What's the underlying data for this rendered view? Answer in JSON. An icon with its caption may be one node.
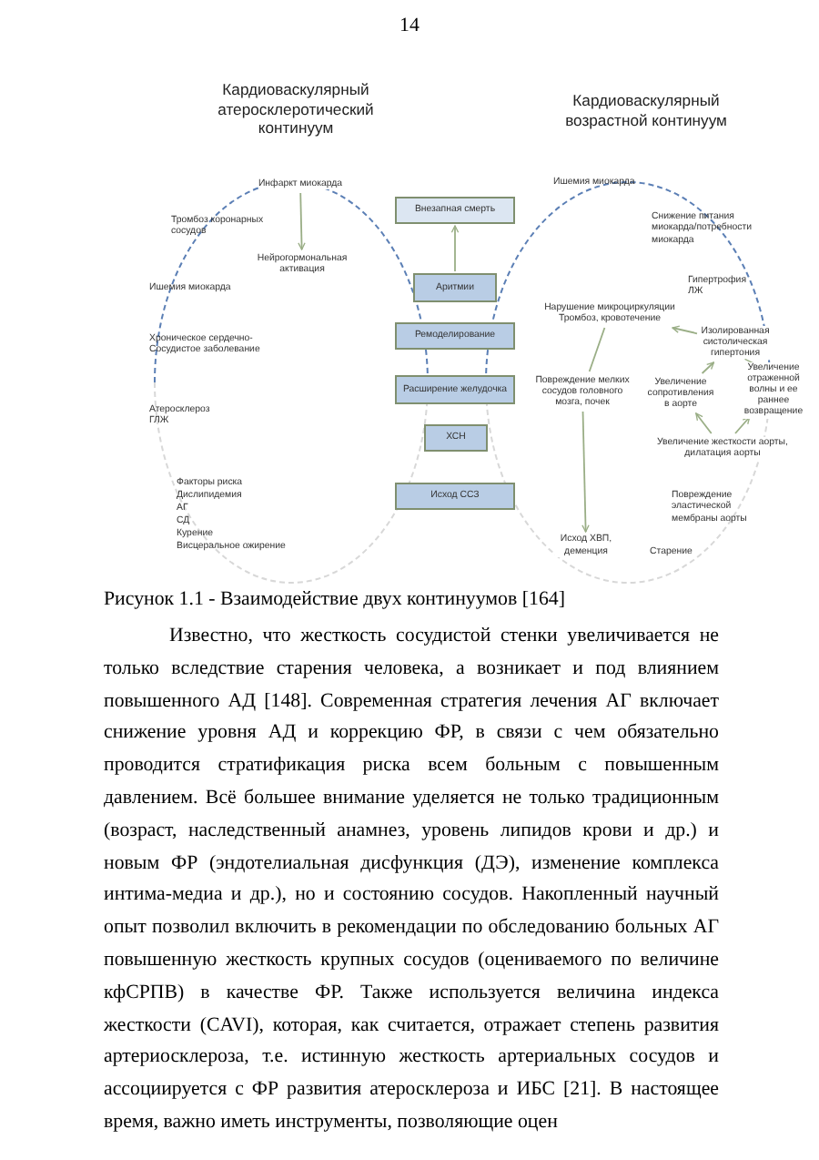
{
  "diagram": {
    "caption": "Рисунок 1.1 - Взаимодействие двух континуумов [164]",
    "nodes": [
      {
        "text": [
          "Внезапная смерть"
        ]
      },
      {
        "text": [
          "Аритмии"
        ]
      },
      {
        "text": [
          "Ремоделирование"
        ]
      },
      {
        "text": [
          "Расширение желудочка"
        ]
      },
      {
        "text": [
          "ХСН"
        ]
      },
      {
        "text": [
          "Исход ССЗ"
        ]
      },
      {
        "text": [
          "Инфаркт миокарда"
        ]
      },
      {
        "text": [
          "Нейрогормональная активация"
        ]
      },
      {
        "text": [
          "Нарушение микроциркуляции Тромбоз, кровотечение"
        ]
      },
      {
        "text": [
          "Изолированная систолическая гипертония"
        ]
      },
      {
        "text": [
          "Повреждение мелких сосудов головного мозга, почек"
        ]
      },
      {
        "text": [
          "Увеличение сопротивления в аорте"
        ]
      },
      {
        "text": [
          "Увеличение отраженной волны и ее раннее возвращение"
        ]
      },
      {
        "text": [
          "Увеличение жесткости аорты, дилатация аорты"
        ]
      },
      {
        "text": [
          "Исход ХВП, деменция"
        ]
      }
    ],
    "edges": [
      {
        "from": 1,
        "to": 0,
        "arrow": "to"
      },
      {
        "from": 6,
        "to": 7,
        "arrow": "to"
      },
      {
        "from": 9,
        "to": 8,
        "arrow": "to"
      },
      {
        "from": 8,
        "to": 10,
        "arrow": "none"
      },
      {
        "from": 10,
        "to": 14,
        "arrow": "to"
      },
      {
        "from": 11,
        "to": 9,
        "arrow": "to"
      },
      {
        "from": 12,
        "to": 9,
        "arrow": "to"
      },
      {
        "from": 13,
        "to": 11,
        "arrow": "to"
      },
      {
        "from": 13,
        "to": 12,
        "arrow": "to"
      }
    ],
    "labels": [
      "14",
      "Кардиоваскулярный атеросклеротический континуум",
      "Кардиоваскулярный возрастной континуум",
      "Тромбоз коронарных сосудов",
      "Ишемия миокарда",
      "Хроническое сердечно-Сосудистое заболевание",
      "Атеросклероз ГЛЖ",
      "Факторы риска",
      "Дислипидемия",
      "АГ",
      "СД",
      "Курение",
      "Висцеральное ожирение",
      "Ишемия миокарда",
      "Снижение питания миокарда/потребности миокарда",
      "Гипертрофия ЛЖ",
      "Повреждение эластической мембраны аорты",
      "Старение",
      "Известно, что жесткость сосудистой стенки увеличивается не только вследствие старения человека, а возникает и под влиянием повышенного АД [148]. Современная стратегия лечения АГ включает снижение уровня АД и коррекцию ФР, в связи с чем обязательно проводится стратификация риска всем больным с повышенным давлением. Всё большее внимание уделяется не только традиционным (возраст, наследственный анамнез, уровень липидов крови и др.) и новым ФР (эндотелиальная дисфункция (ДЭ), изменение комплекса интима-медиа и др.), но и состоянию сосудов. Накопленный научный опыт позволил включить в рекомендации по обследованию больных АГ повышенную жесткость крупных сосудов (оцениваемого по величине кфСРПВ) в качестве ФР. Также используется величина индекса жесткости (CAVI), которая, как считается, отражает степень развития артериосклероза, т.е. истинную жесткость артериальных сосудов и ассоциируется с ФР развития атеросклероза и ИБС [21]. В настоящее время, важно иметь инструменты, позволяющие оцен"
    ]
  }
}
